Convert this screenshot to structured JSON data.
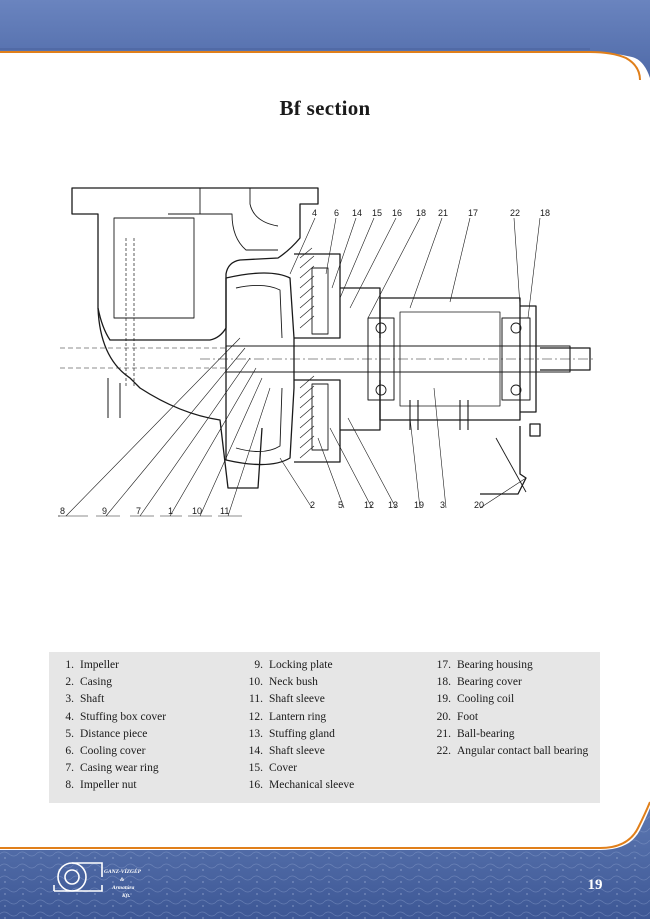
{
  "page": {
    "title": "Bf section",
    "page_number": "19"
  },
  "logo": {
    "line1": "GANZ-VÍZGÉP",
    "line2": "&",
    "line3": "Armatúra",
    "line4": "Kft."
  },
  "drawing": {
    "callouts_top": [
      "4",
      "6",
      "14",
      "15",
      "16",
      "18",
      "21",
      "17",
      "22",
      "18"
    ],
    "callouts_bottom": [
      "8",
      "9",
      "7",
      "1",
      "10",
      "11",
      "2",
      "5",
      "12",
      "13",
      "19",
      "3",
      "20"
    ]
  },
  "colors": {
    "header_blue": "#5d79b6",
    "accent_orange": "#e07f1a",
    "legend_background": "#e6e6e6"
  },
  "legend": {
    "column1": [
      {
        "num": "1.",
        "label": "Impeller"
      },
      {
        "num": "2.",
        "label": "Casing"
      },
      {
        "num": "3.",
        "label": "Shaft"
      },
      {
        "num": "4.",
        "label": "Stuffing box cover"
      },
      {
        "num": "5.",
        "label": "Distance piece"
      },
      {
        "num": "6.",
        "label": "Cooling cover"
      },
      {
        "num": "7.",
        "label": "Casing wear ring"
      },
      {
        "num": "8.",
        "label": "Impeller nut"
      }
    ],
    "column2": [
      {
        "num": "9.",
        "label": "Locking plate"
      },
      {
        "num": "10.",
        "label": "Neck bush"
      },
      {
        "num": "11.",
        "label": "Shaft sleeve"
      },
      {
        "num": "12.",
        "label": "Lantern ring"
      },
      {
        "num": "13.",
        "label": "Stuffing gland"
      },
      {
        "num": "14.",
        "label": "Shaft sleeve"
      },
      {
        "num": "15.",
        "label": "Cover"
      },
      {
        "num": "16.",
        "label": "Mechanical sleeve"
      }
    ],
    "column3": [
      {
        "num": "17.",
        "label": "Bearing housing"
      },
      {
        "num": "18.",
        "label": "Bearing cover"
      },
      {
        "num": "19.",
        "label": "Cooling coil"
      },
      {
        "num": "20.",
        "label": "Foot"
      },
      {
        "num": "21.",
        "label": "Ball-bearing"
      },
      {
        "num": "22.",
        "label": "Angular contact ball bearing"
      }
    ]
  }
}
